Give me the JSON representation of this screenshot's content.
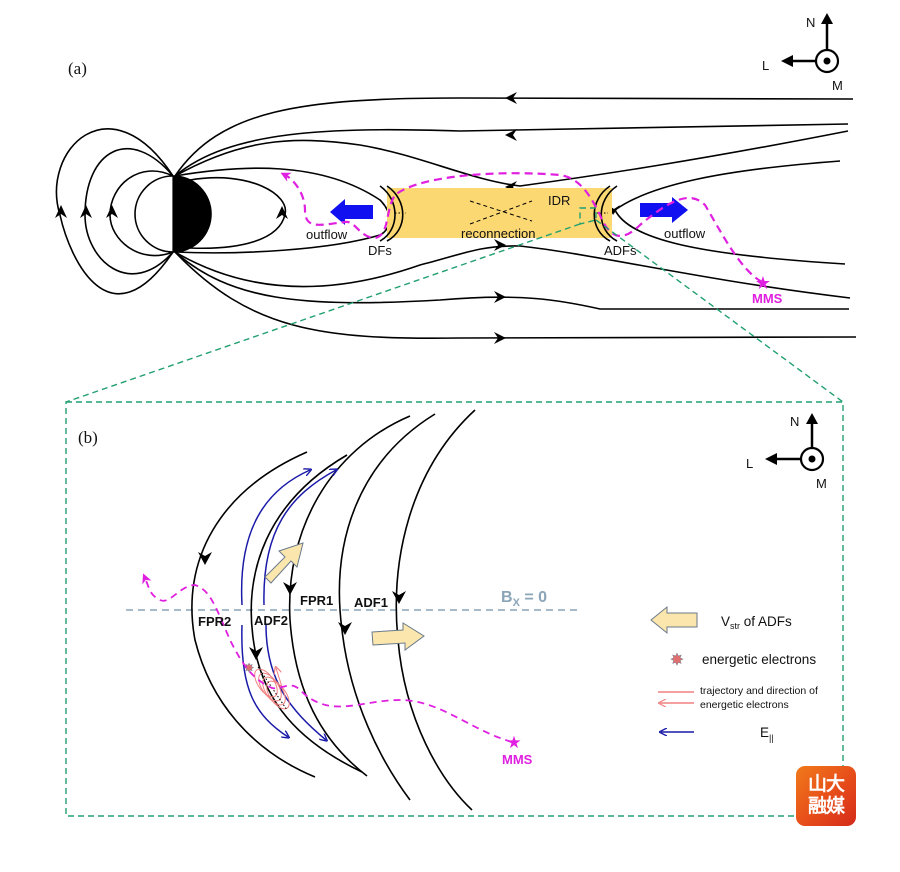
{
  "panel_a": {
    "label": "(a)",
    "axes": {
      "n": "N",
      "l": "L",
      "m": "M"
    },
    "labels": {
      "outflow_left": "outflow",
      "outflow_right": "outflow",
      "dfs": "DFs",
      "adfs": "ADFs",
      "idr": "IDR",
      "reconnection": "reconnection",
      "mms": "MMS"
    },
    "colors": {
      "reconnection_region": "#fcd873",
      "outflow_arrow": "#1010f0",
      "trajectory": "#e020e0",
      "zoom_box": "#22a070"
    }
  },
  "panel_b": {
    "label": "(b)",
    "axes": {
      "n": "N",
      "l": "L",
      "m": "M"
    },
    "labels": {
      "fpr2": "FPR2",
      "adf2": "ADF2",
      "fpr1": "FPR1",
      "adf1": "ADF1",
      "bx_main": "B",
      "bx_sub": "X",
      "bx_eq": " = 0",
      "mms": "MMS"
    },
    "legend": [
      {
        "icon": "vstr-arrow-icon",
        "text_main": "V",
        "text_sub": "str",
        "text_rest": " of ADFs"
      },
      {
        "icon": "energetic-electron-star-icon",
        "text": "energetic electrons"
      },
      {
        "icon": "electron-trajectory-icon",
        "text_line1": "trajectory and direction of",
        "text_line2": "energetic electrons"
      },
      {
        "icon": "e-parallel-arrow-icon",
        "text_main": "E",
        "text_sub": "||"
      }
    ]
  },
  "watermark": {
    "line1": "山大",
    "line2": "融媒"
  }
}
